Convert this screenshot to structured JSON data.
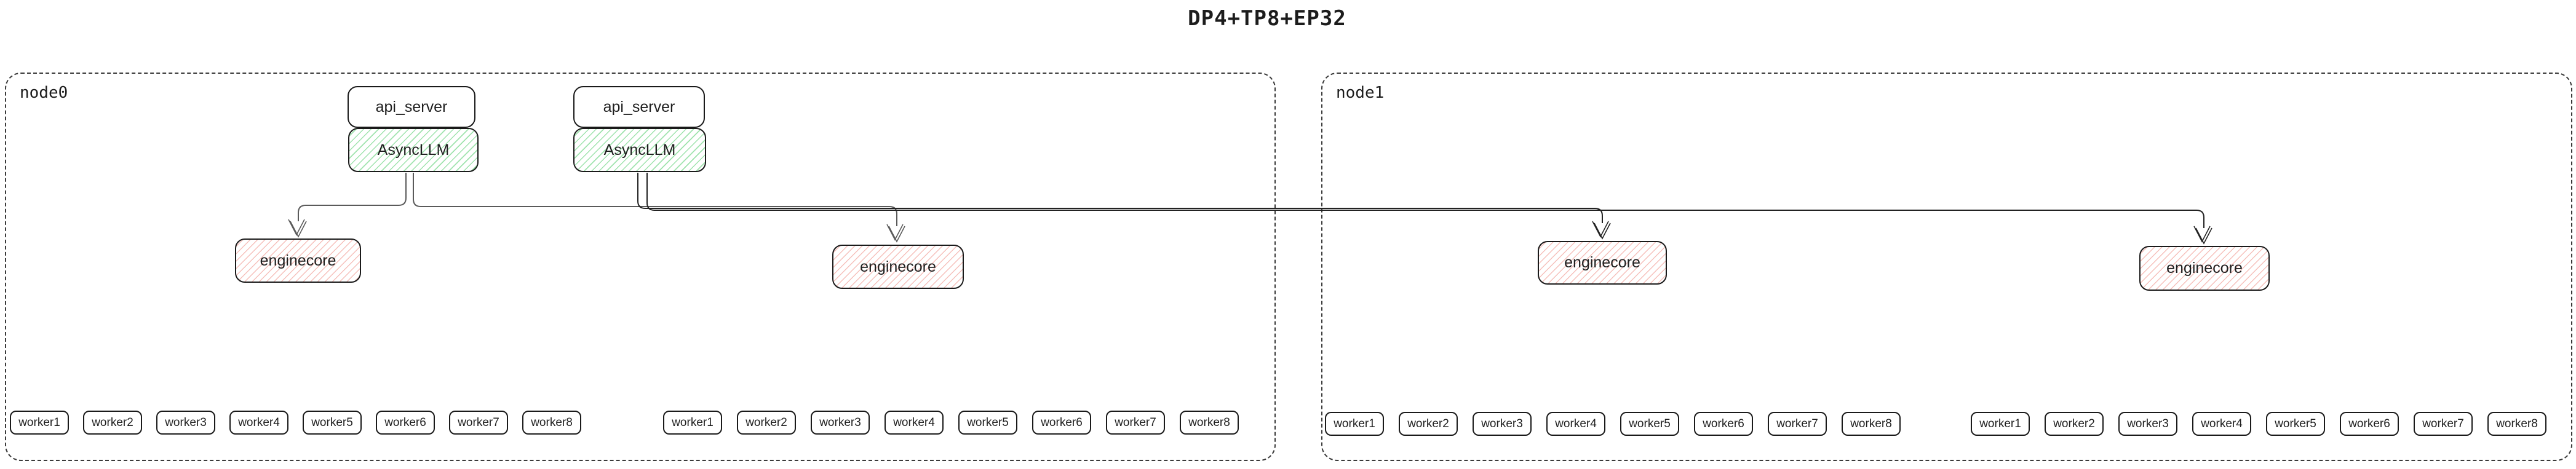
{
  "title": "DP4+TP8+EP32",
  "node0": {
    "label": "node0",
    "api_server1": "api_server",
    "asyncllm1": "AsyncLLM",
    "api_server2": "api_server",
    "asyncllm2": "AsyncLLM",
    "enginecore1": "enginecore",
    "enginecore2": "enginecore",
    "workers_a": [
      "worker1",
      "worker2",
      "worker3",
      "worker4",
      "worker5",
      "worker6",
      "worker7",
      "worker8"
    ],
    "workers_b": [
      "worker1",
      "worker2",
      "worker3",
      "worker4",
      "worker5",
      "worker6",
      "worker7",
      "worker8"
    ]
  },
  "node1": {
    "label": "node1",
    "enginecore1": "enginecore",
    "enginecore2": "enginecore",
    "workers_a": [
      "worker1",
      "worker2",
      "worker3",
      "worker4",
      "worker5",
      "worker6",
      "worker7",
      "worker8"
    ],
    "workers_b": [
      "worker1",
      "worker2",
      "worker3",
      "worker4",
      "worker5",
      "worker6",
      "worker7",
      "worker8"
    ]
  },
  "colors": {
    "green_hatch": "#9fe3ad",
    "pink_hatch": "#f6c0bb",
    "edge_gray": "#5a5a5a",
    "edge_dark": "#222222",
    "border": "#1a1a1a"
  }
}
